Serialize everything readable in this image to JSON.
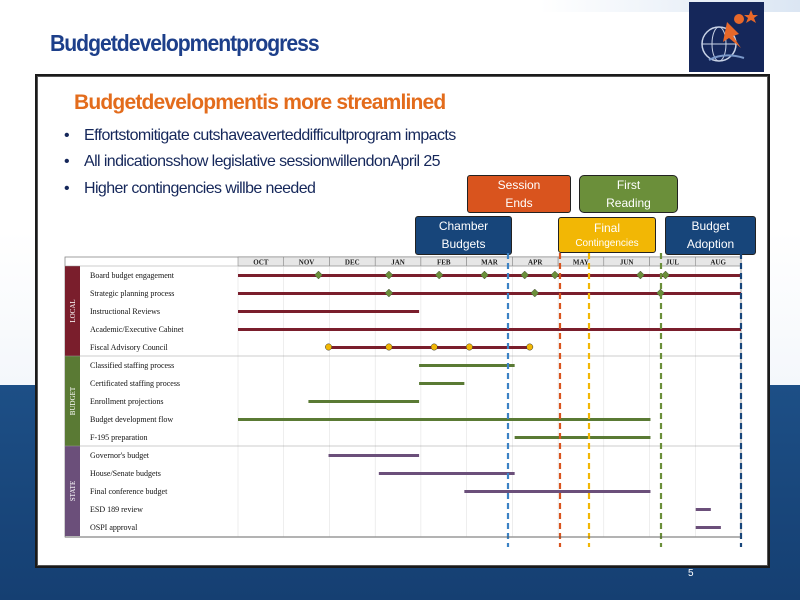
{
  "slide": {
    "title": "Budgetdevelopmentprogress",
    "subtitle": "Budgetdevelopmentis                    more        streamlined",
    "page_number": "5"
  },
  "bullets": [
    {
      "dot": "•",
      "text": "Effortstomitigate          cutshaveaverteddifficultprogram                   impacts"
    },
    {
      "dot": "•",
      "text": "All    indicationsshow          legislative          sessionwillendonApril                    25"
    },
    {
      "dot": "•",
      "text": "Higher       contingencies            willbe      needed"
    }
  ],
  "callouts": {
    "session_ends": {
      "line1": "Session",
      "line2": "Ends",
      "color": "#d9541e"
    },
    "first_reading": {
      "line1": "First",
      "line2": "Reading",
      "color": "#6b8f3a"
    },
    "chamber_budgets": {
      "line1": "Chamber",
      "line2": "Budgets",
      "color": "#17457a"
    },
    "final_contingencies": {
      "line1": "Final",
      "line2": "Contingencies",
      "color": "#f2b705"
    },
    "budget_adoption": {
      "line1": "Budget",
      "line2": "Adoption",
      "color": "#17457a"
    }
  },
  "timeline": {
    "months": [
      "OCT",
      "NOV",
      "DEC",
      "JAN",
      "FEB",
      "MAR",
      "APR",
      "MAY",
      "JUN",
      "JUL",
      "AUG"
    ],
    "groups": [
      {
        "label": "LOCAL",
        "color": "#7a1e2c"
      },
      {
        "label": "BUDGET",
        "color": "#5a7a34"
      },
      {
        "label": "STATE",
        "color": "#6b4f7a"
      }
    ],
    "rows": [
      "Board budget engagement",
      "Strategic planning process",
      "Instructional Reviews",
      "Academic/Executive Cabinet",
      "Fiscal Advisory Council",
      "Classified staffing process",
      "Certificated staffing process",
      "Enrollment projections",
      "Budget development flow",
      "F-195 preparation",
      "Governor's budget",
      "House/Senate budgets",
      "Final conference budget",
      "ESD 189 review",
      "OSPI approval"
    ]
  }
}
